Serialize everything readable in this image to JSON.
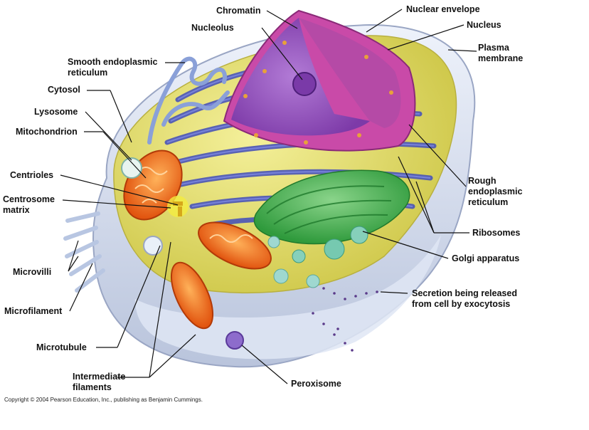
{
  "labels": {
    "chromatin": "Chromatin",
    "nucleolus": "Nucleolus",
    "nuclear_envelope": "Nuclear envelope",
    "nucleus": "Nucleus",
    "plasma_membrane": [
      "Plasma",
      "membrane"
    ],
    "smooth_er": [
      "Smooth endoplasmic",
      "reticulum"
    ],
    "cytosol": "Cytosol",
    "lysosome": "Lysosome",
    "mitochondrion": "Mitochondrion",
    "centrioles": "Centrioles",
    "centrosome_matrix": [
      "Centrosome",
      "matrix"
    ],
    "rough_er": [
      "Rough",
      "endoplasmic",
      "reticulum"
    ],
    "ribosomes": "Ribosomes",
    "golgi": "Golgi apparatus",
    "microvilli": "Microvilli",
    "microfilament": "Microfilament",
    "microtubule": "Microtubule",
    "intermediate_filaments": [
      "Intermediate",
      "filaments"
    ],
    "peroxisome": "Peroxisome",
    "secretion": [
      "Secretion being released",
      "from cell by exocytosis"
    ]
  },
  "copyright": "Copyright © 2004 Pearson Education, Inc., publishing as Benjamin Cummings.",
  "colors": {
    "cytosol": "#e4e27a",
    "membrane": "#cfd8ea",
    "rough_er": "#5a64c8",
    "nucleus": "#a35bc4",
    "nuclear_envelope": "#c83aa0",
    "golgi": "#3fae4c",
    "mitochondrion": "#f07a1c",
    "smooth_er": "#8aa0d8"
  }
}
